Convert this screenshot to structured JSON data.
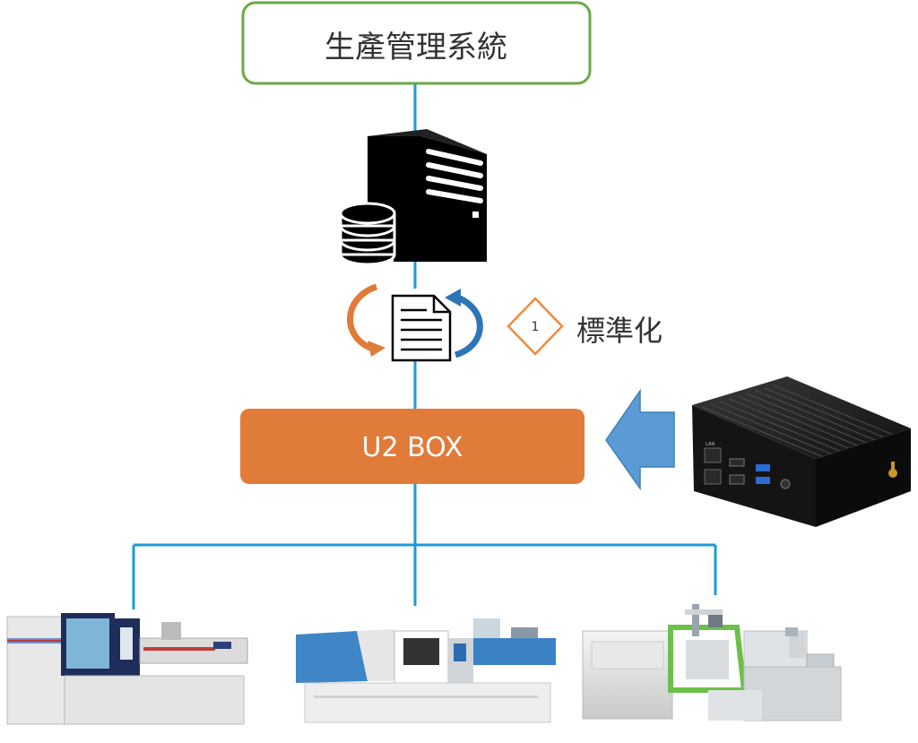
{
  "top_box": {
    "label": "生產管理系統"
  },
  "standardization": {
    "step_number": "1",
    "label": "標準化"
  },
  "u2_box": {
    "label": "U2 BOX"
  },
  "colors": {
    "top_box_border": "#6aaa45",
    "connector": "#1e9ad6",
    "u2_box_fill": "#e07b39",
    "arrow_orange": "#e07b39",
    "arrow_blue": "#2e75b6",
    "big_arrow_fill": "#5b9bd5",
    "badge_border": "#f08a3c"
  },
  "icons": [
    "server-icon",
    "database-icon",
    "document-icon",
    "cycle-arrows-icon",
    "diamond-badge-icon",
    "left-arrow-icon",
    "industrial-pc-icon",
    "injection-molding-machine-icon"
  ]
}
